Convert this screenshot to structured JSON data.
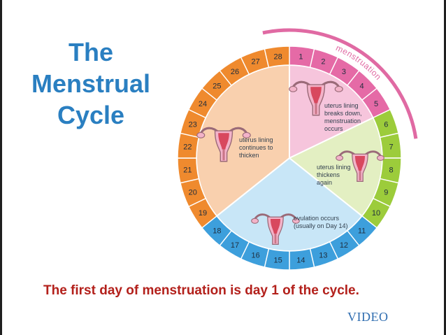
{
  "title_lines": [
    "The",
    "Menstrual",
    "Cycle"
  ],
  "caption": "The first day of menstruation is day 1 of the cycle.",
  "video_label": "VIDEO",
  "menstruation_label": "menstruation",
  "days": [
    "1",
    "2",
    "3",
    "4",
    "5",
    "6",
    "7",
    "8",
    "9",
    "10",
    "11",
    "12",
    "13",
    "14",
    "15",
    "16",
    "17",
    "18",
    "19",
    "20",
    "21",
    "22",
    "23",
    "24",
    "25",
    "26",
    "27",
    "28"
  ],
  "phases": [
    {
      "id": "menstruation",
      "from_day": 1,
      "to_day": 5,
      "lines": [
        "uterus lining",
        "breaks down,",
        "menstruation",
        "occurs"
      ],
      "fill": "#f6c5dc",
      "ring": "#e56aa6"
    },
    {
      "id": "thickening",
      "from_day": 6,
      "to_day": 10,
      "lines": [
        "uterus lining",
        "thickens",
        "again"
      ],
      "fill": "#e3efc2",
      "ring": "#9ccc3b"
    },
    {
      "id": "ovulation",
      "from_day": 11,
      "to_day": 18,
      "lines": [
        "ovulation occurs",
        "(usually on Day 14)"
      ],
      "fill": "#c8e6f7",
      "ring": "#3d9fdc"
    },
    {
      "id": "continues",
      "from_day": 19,
      "to_day": 28,
      "lines": [
        "uterus lining",
        "continues to",
        "thicken"
      ],
      "fill": "#f9d0ae",
      "ring": "#ef8a2e"
    }
  ],
  "colors": {
    "title": "#2a7fc1",
    "caption": "#b3201b",
    "menstruation_arc": "#e06aa3",
    "menstruation_text": "#e06aa3",
    "uterus_body": "#f3b3c9",
    "uterus_lining": "#d8485e",
    "uterus_outline": "#9a6a78"
  },
  "icons": [
    "uterus-icon"
  ]
}
